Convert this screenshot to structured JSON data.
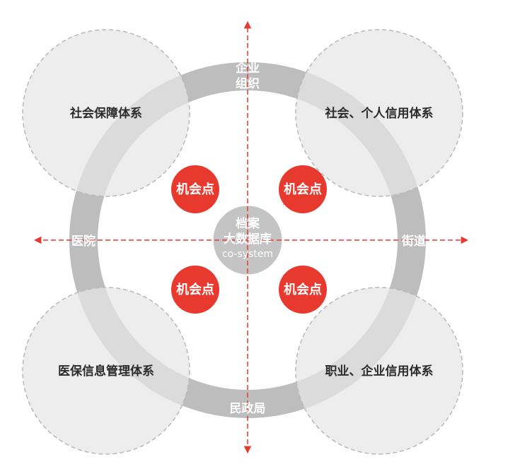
{
  "center": {
    "line1": "档案",
    "line2": "大数据库",
    "line3": "co-system"
  },
  "ring_labels": {
    "top_line1": "企业",
    "top_line2": "组织",
    "bottom": "民政局",
    "left": "医院",
    "right": "街道"
  },
  "systems": {
    "top_left": "社会保障体系",
    "top_right": "社会、个人信用体系",
    "bottom_left": "医保信息管理体系",
    "bottom_right": "职业、企业信用体系"
  },
  "opportunities": [
    {
      "label": "机会点"
    },
    {
      "label": "机会点"
    },
    {
      "label": "机会点"
    },
    {
      "label": "机会点"
    }
  ],
  "colors": {
    "accent": "#e8392f",
    "ring": "#bdbdbd",
    "outer_circle_fill": "#eeeeee",
    "outer_circle_stroke": "#bdbdbd",
    "center_fill": "#c4c4c4",
    "system_text": "#2b2b2b",
    "white": "#ffffff"
  }
}
